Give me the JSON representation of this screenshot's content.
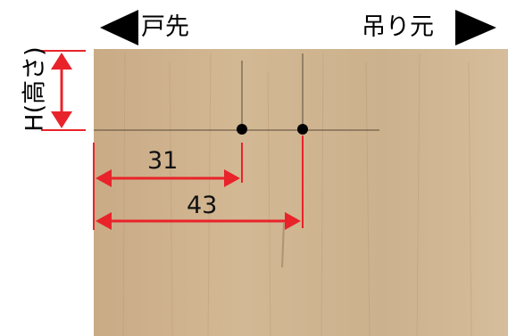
{
  "direction": {
    "left_label": "戸先",
    "right_label": "吊り元"
  },
  "height_label": "H(高さ)",
  "dimensions": {
    "first": "31",
    "second": "43"
  },
  "colors": {
    "arrow": "#e8232a",
    "wood": "#cdb08c",
    "marker": "#000000"
  }
}
